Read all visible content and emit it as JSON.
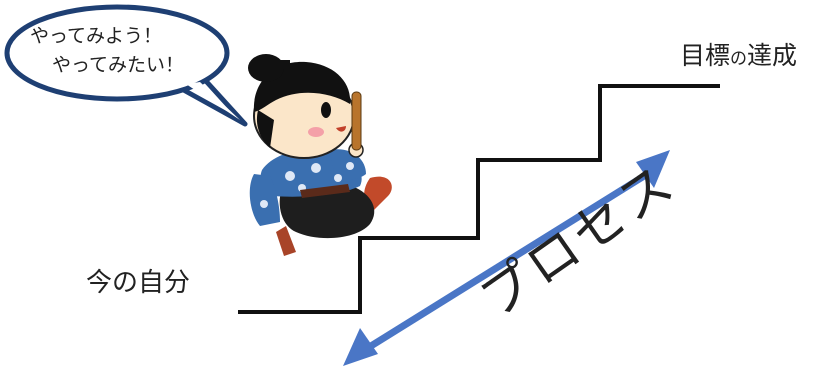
{
  "bubble": {
    "line1": "やってみよう！",
    "line2": "やってみたい！"
  },
  "labels": {
    "start": "今の自分",
    "goal_part1": "目標",
    "goal_particle": "の",
    "goal_part2": "達成",
    "process": "プロセス"
  },
  "colors": {
    "stairs": "#111111",
    "arrow": "#4a76c6",
    "bubble_border": "#1e3f73",
    "robe": "#3a6fb0"
  },
  "character": "samurai-child-climbing"
}
